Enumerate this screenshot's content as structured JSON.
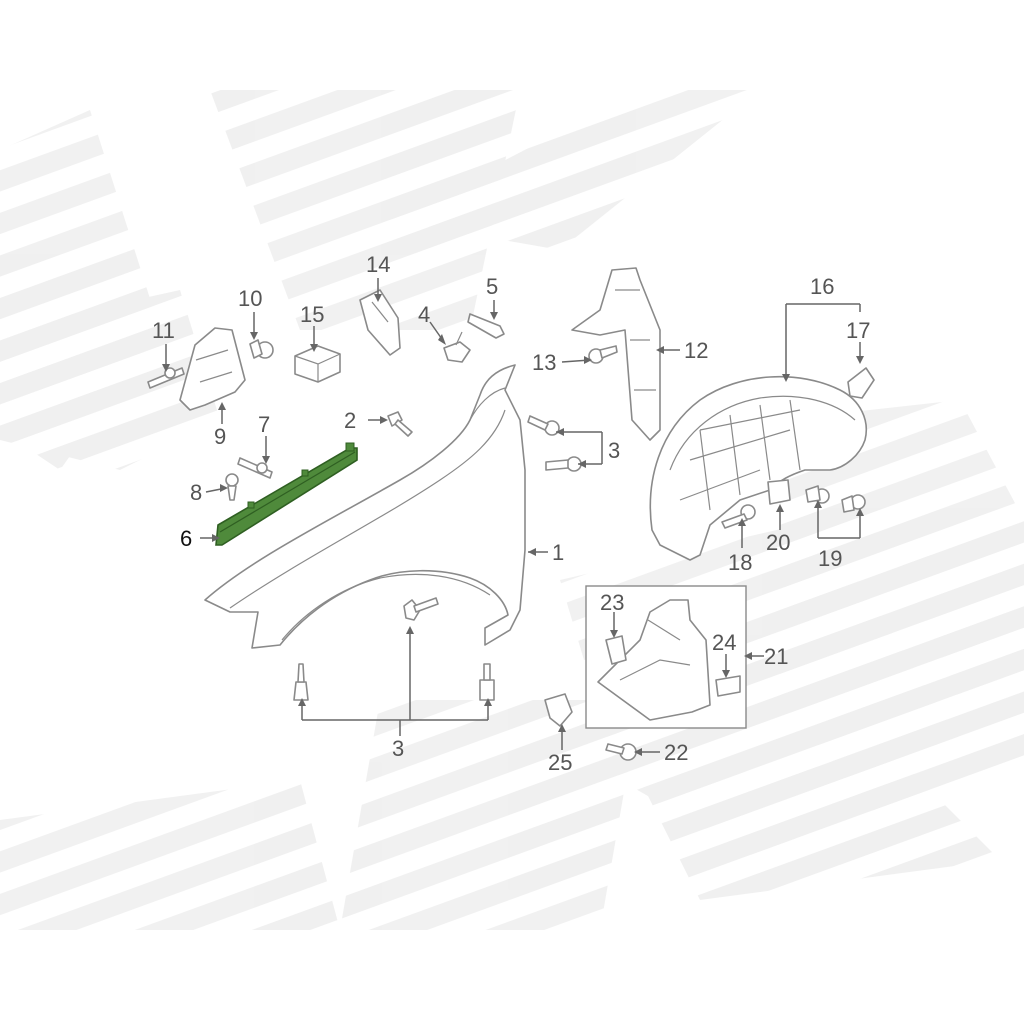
{
  "labels": {
    "p1": "1",
    "p2": "2",
    "p3a": "3",
    "p3b": "3",
    "p4": "4",
    "p5": "5",
    "p6": "6",
    "p7": "7",
    "p8": "8",
    "p9": "9",
    "p10": "10",
    "p11": "11",
    "p12": "12",
    "p13": "13",
    "p14": "14",
    "p15": "15",
    "p16": "16",
    "p17": "17",
    "p18": "18",
    "p19": "19",
    "p20": "20",
    "p21": "21",
    "p22": "22",
    "p23": "23",
    "p24": "24",
    "p25": "25"
  },
  "colors": {
    "highlight": "#4f8a3b",
    "line": "#8a8a8a",
    "label": "#555555",
    "watermark": "#f1f1f1"
  }
}
